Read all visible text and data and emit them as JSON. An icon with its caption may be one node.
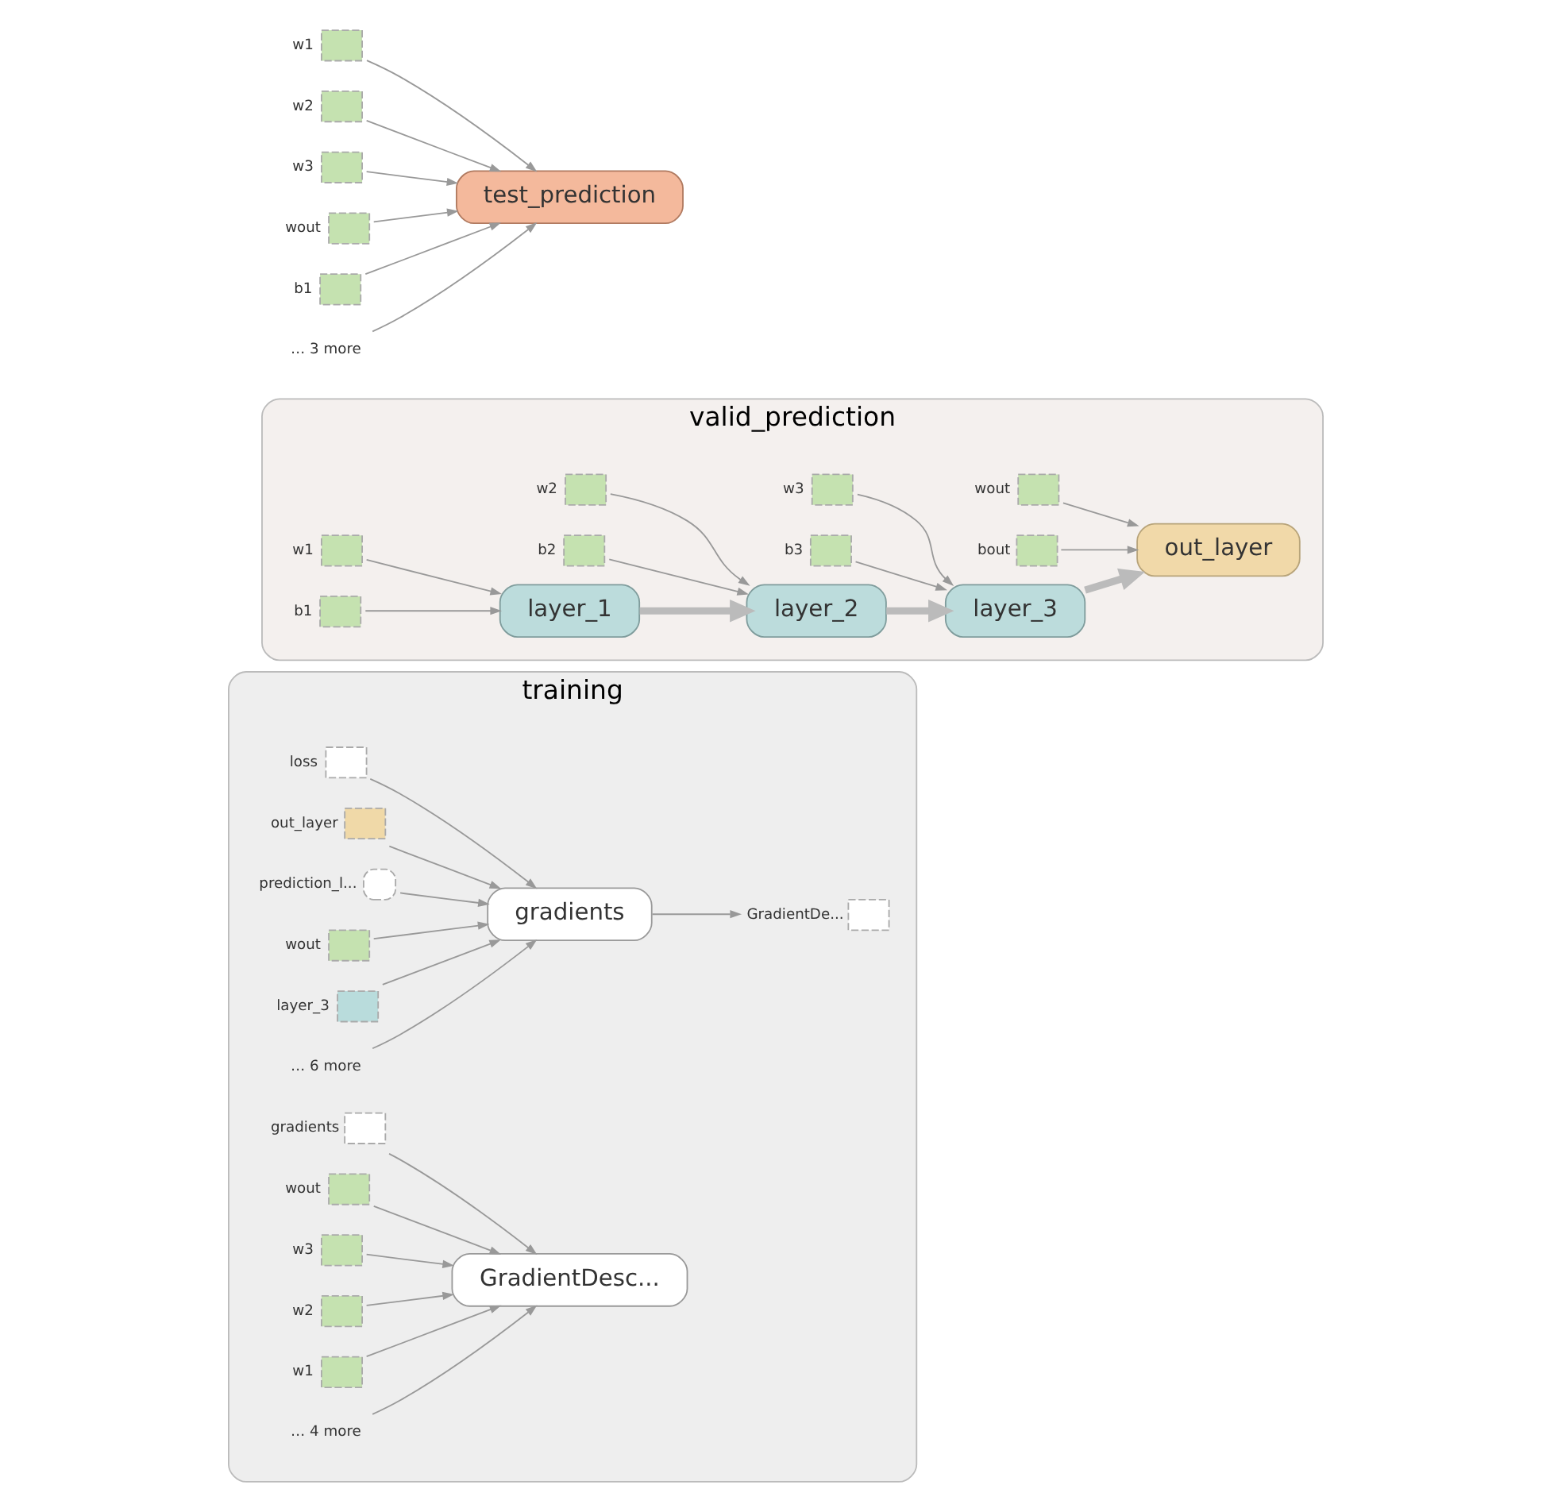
{
  "diagram": {
    "nodes": [
      {
        "text": [
          "training"
        ]
      },
      {
        "text": [],
        "shape": "box",
        "beside": [
          "loss"
        ],
        "in": 0
      },
      {
        "text": [],
        "shape": "box",
        "beside": [
          "out_layer"
        ],
        "in": 0
      },
      {
        "text": [],
        "shape": "ellipse",
        "beside": [
          "prediction_l..."
        ],
        "in": 0
      },
      {
        "text": [],
        "shape": "box",
        "beside": [
          "wout"
        ],
        "in": 0
      },
      {
        "text": [],
        "shape": "box",
        "beside": [
          "layer_3"
        ],
        "in": 0
      },
      {
        "text": [
          "… 6 more"
        ],
        "in": 0
      },
      {
        "text": [
          "gradients"
        ],
        "in": 0
      },
      {
        "text": [],
        "shape": "box",
        "beside": [
          "GradientDe..."
        ],
        "in": 0
      },
      {
        "text": [],
        "shape": "box",
        "beside": [
          "gradients"
        ],
        "in": 0
      },
      {
        "text": [],
        "shape": "box",
        "beside": [
          "wout"
        ],
        "in": 0
      },
      {
        "text": [],
        "shape": "box",
        "beside": [
          "w3"
        ],
        "in": 0
      },
      {
        "text": [],
        "shape": "box",
        "beside": [
          "w2"
        ],
        "in": 0
      },
      {
        "text": [],
        "shape": "box",
        "beside": [
          "w1"
        ],
        "in": 0
      },
      {
        "text": [
          "… 4 more"
        ],
        "in": 0
      },
      {
        "text": [
          "GradientDesc..."
        ],
        "in": 0
      },
      {
        "text": [
          "valid_prediction"
        ]
      },
      {
        "text": [],
        "shape": "box",
        "beside": [
          "wout"
        ],
        "in": 16
      },
      {
        "text": [],
        "shape": "box",
        "beside": [
          "bout"
        ],
        "in": 16
      },
      {
        "text": [
          "out_layer"
        ],
        "in": 16
      },
      {
        "text": [],
        "shape": "box",
        "beside": [
          "w3"
        ],
        "in": 16
      },
      {
        "text": [],
        "shape": "box",
        "beside": [
          "b3"
        ],
        "in": 16
      },
      {
        "text": [
          "layer_3"
        ],
        "in": 16
      },
      {
        "text": [],
        "shape": "box",
        "beside": [
          "w2"
        ],
        "in": 16
      },
      {
        "text": [],
        "shape": "box",
        "beside": [
          "b2"
        ],
        "in": 16
      },
      {
        "text": [
          "layer_2"
        ],
        "in": 16
      },
      {
        "text": [],
        "shape": "box",
        "beside": [
          "w1"
        ],
        "in": 16
      },
      {
        "text": [],
        "shape": "box",
        "beside": [
          "b1"
        ],
        "in": 16
      },
      {
        "text": [
          "layer_1"
        ],
        "in": 16
      },
      {
        "text": [],
        "shape": "box",
        "beside": [
          "w1"
        ]
      },
      {
        "text": [],
        "shape": "box",
        "beside": [
          "w2"
        ]
      },
      {
        "text": [],
        "shape": "box",
        "beside": [
          "w3"
        ]
      },
      {
        "text": [],
        "shape": "box",
        "beside": [
          "wout"
        ]
      },
      {
        "text": [],
        "shape": "box",
        "beside": [
          "b1"
        ]
      },
      {
        "text": [
          "… 3 more"
        ]
      },
      {
        "text": [
          "test_prediction"
        ]
      }
    ],
    "edges": [
      {
        "from": 1,
        "to": 7,
        "arrow": "to"
      },
      {
        "from": 2,
        "to": 7,
        "arrow": "to"
      },
      {
        "from": 3,
        "to": 7,
        "arrow": "to"
      },
      {
        "from": 4,
        "to": 7,
        "arrow": "to"
      },
      {
        "from": 5,
        "to": 7,
        "arrow": "to"
      },
      {
        "from": 6,
        "to": 7,
        "arrow": "to"
      },
      {
        "from": 7,
        "to": 8,
        "arrow": "to"
      },
      {
        "from": 9,
        "to": 15,
        "arrow": "to"
      },
      {
        "from": 10,
        "to": 15,
        "arrow": "to"
      },
      {
        "from": 11,
        "to": 15,
        "arrow": "to"
      },
      {
        "from": 12,
        "to": 15,
        "arrow": "to"
      },
      {
        "from": 13,
        "to": 15,
        "arrow": "to"
      },
      {
        "from": 14,
        "to": 15,
        "arrow": "to"
      },
      {
        "from": 17,
        "to": 19,
        "arrow": "to"
      },
      {
        "from": 18,
        "to": 19,
        "arrow": "to"
      },
      {
        "from": 20,
        "to": 22,
        "arrow": "to"
      },
      {
        "from": 21,
        "to": 22,
        "arrow": "to"
      },
      {
        "from": 23,
        "to": 25,
        "arrow": "to"
      },
      {
        "from": 24,
        "to": 25,
        "arrow": "to"
      },
      {
        "from": 26,
        "to": 28,
        "arrow": "to"
      },
      {
        "from": 27,
        "to": 28,
        "arrow": "to"
      },
      {
        "from": 28,
        "to": 25,
        "arrow": "to",
        "style": "thick"
      },
      {
        "from": 25,
        "to": 22,
        "arrow": "to",
        "style": "thick"
      },
      {
        "from": 22,
        "to": 19,
        "arrow": "to",
        "style": "thick"
      },
      {
        "from": 29,
        "to": 35,
        "arrow": "to"
      },
      {
        "from": 30,
        "to": 35,
        "arrow": "to"
      },
      {
        "from": 31,
        "to": 35,
        "arrow": "to"
      },
      {
        "from": 32,
        "to": 35,
        "arrow": "to"
      },
      {
        "from": 33,
        "to": 35,
        "arrow": "to"
      },
      {
        "from": 34,
        "to": 35,
        "arrow": "to"
      }
    ]
  }
}
